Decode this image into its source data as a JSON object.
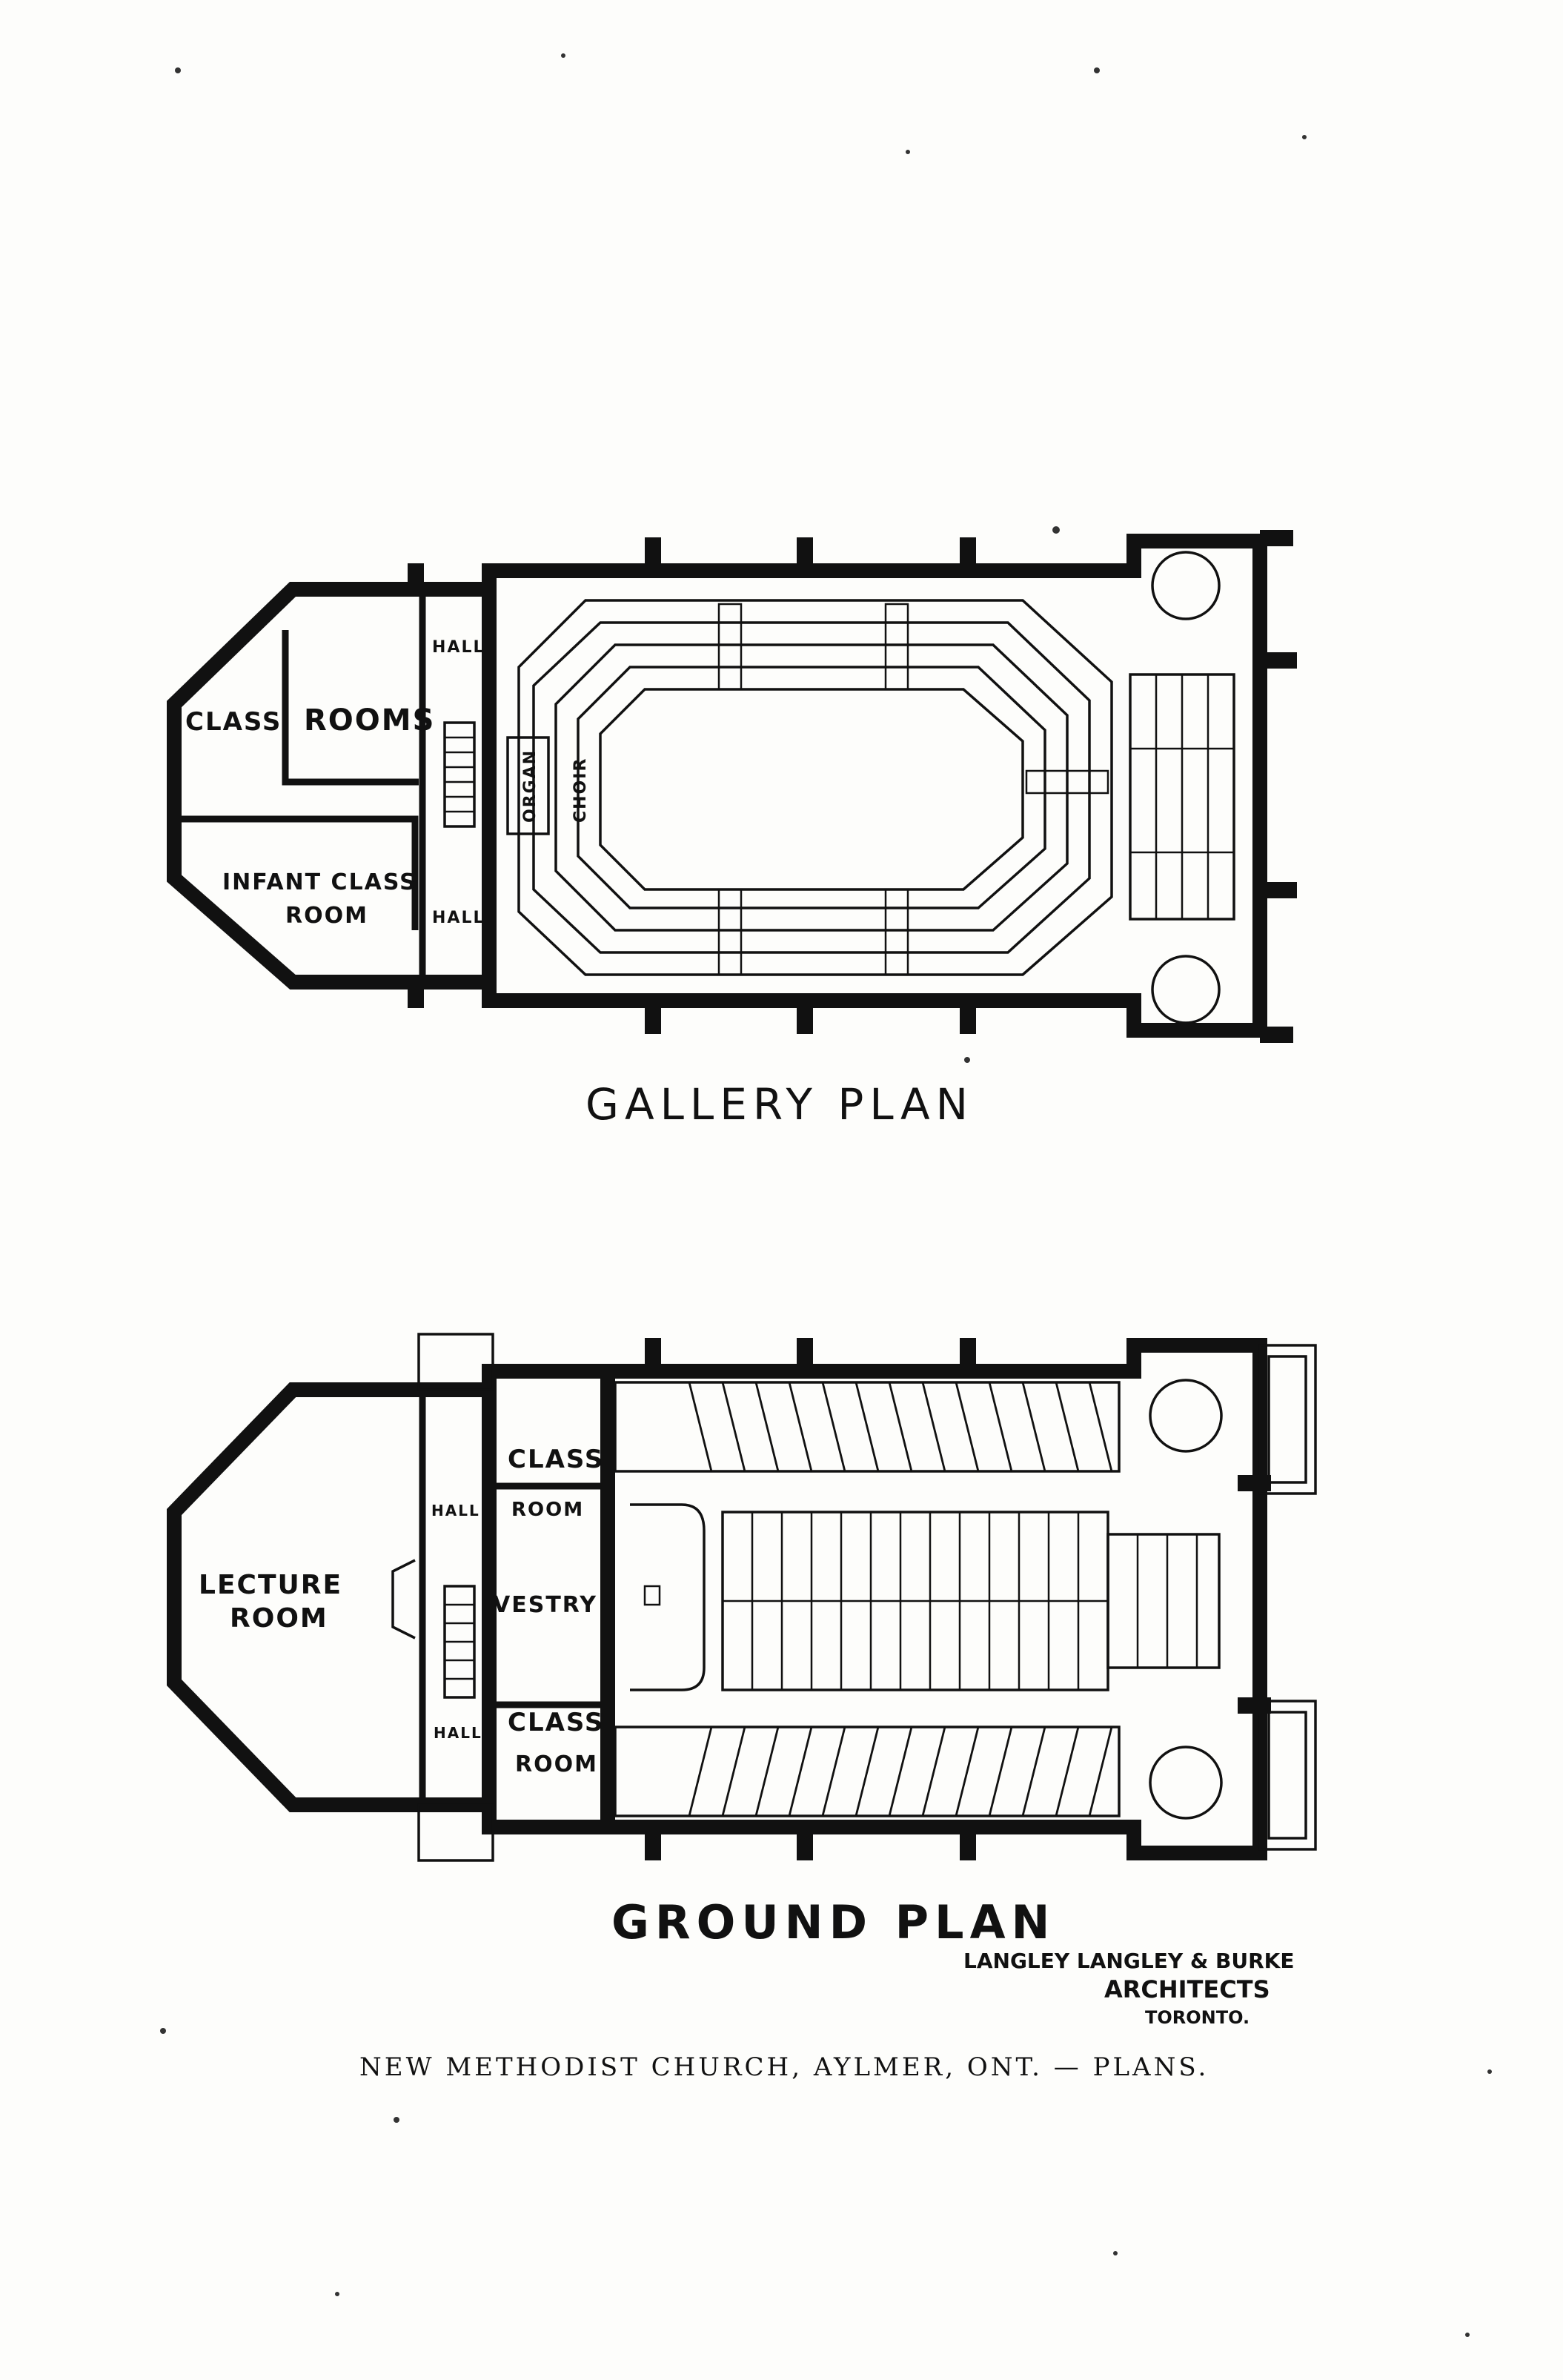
{
  "gallery_plan": {
    "title": "GALLERY PLAN",
    "labels": {
      "class": "CLASS",
      "rooms": "ROOMS",
      "hall_top": "HALL",
      "hall_bottom": "HALL",
      "infant_class": "INFANT CLASS",
      "room": "ROOM",
      "organ": "ORGAN",
      "choir": "CHOIR"
    }
  },
  "ground_plan": {
    "title": "GROUND PLAN",
    "labels": {
      "class_top": "CLASS",
      "room_top": "ROOM",
      "hall_top": "HALL",
      "lecture": "LECTURE",
      "lecture_room": "ROOM",
      "vestry": "VESTRY",
      "hall_bottom": "HALL",
      "class_bottom": "CLASS",
      "room_bottom": "ROOM"
    }
  },
  "credit": {
    "line1": "LANGLEY LANGLEY & BURKE",
    "line2": "ARCHITECTS",
    "line3": "TORONTO."
  },
  "caption": "NEW METHODIST CHURCH, AYLMER, ONT. — PLANS.",
  "colors": {
    "ink": "#111111",
    "paper": "#fdfdfb"
  }
}
